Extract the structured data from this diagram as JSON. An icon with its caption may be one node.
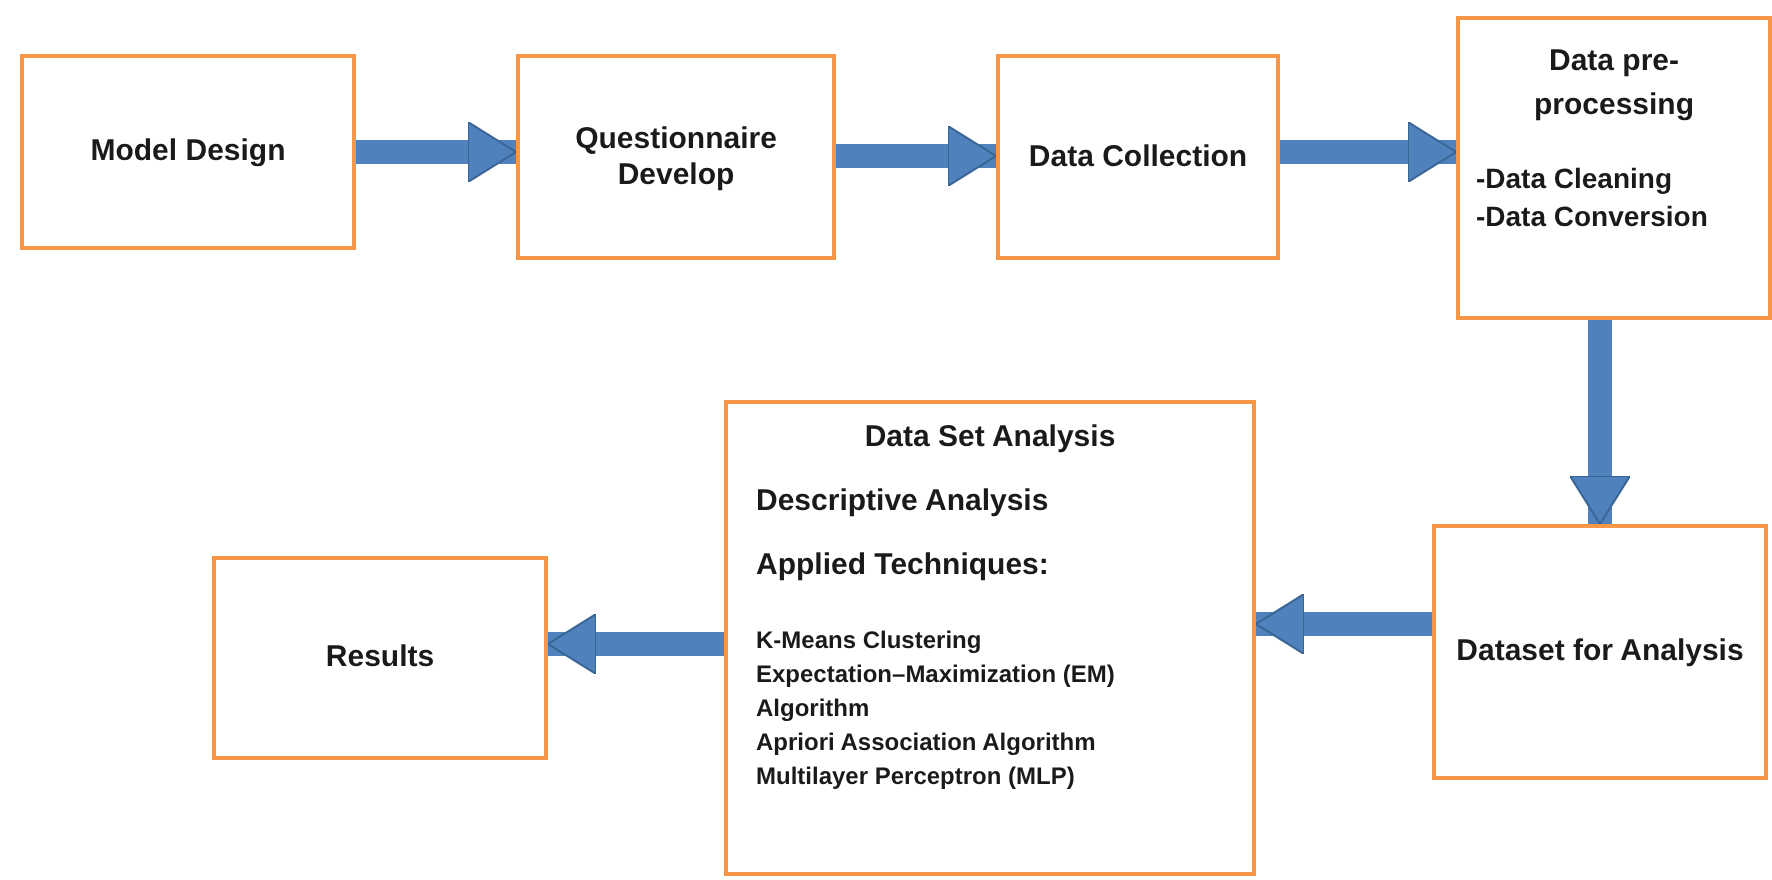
{
  "diagram": {
    "nodes": [
      {
        "text": [
          "Model Design"
        ]
      },
      {
        "text": [
          "Questionnaire Develop"
        ]
      },
      {
        "text": [
          "Data Collection"
        ]
      },
      {
        "text": [
          "Data pre-processing",
          "-Data Cleaning",
          "-Data Conversion"
        ]
      },
      {
        "text": [
          "Dataset for Analysis"
        ]
      },
      {
        "text": [
          "Data Set Analysis",
          "Descriptive Analysis",
          "Applied Techniques:",
          "K-Means Clustering",
          "Expectation–Maximization (EM) Algorithm",
          "Apriori Association Algorithm",
          "Multilayer Perceptron (MLP)"
        ]
      },
      {
        "text": [
          "Results"
        ]
      }
    ],
    "edges": [
      {
        "from": 0,
        "to": 1,
        "arrow": "to"
      },
      {
        "from": 1,
        "to": 2,
        "arrow": "to"
      },
      {
        "from": 2,
        "to": 3,
        "arrow": "to"
      },
      {
        "from": 3,
        "to": 4,
        "arrow": "to"
      },
      {
        "from": 4,
        "to": 5,
        "arrow": "to"
      },
      {
        "from": 5,
        "to": 6,
        "arrow": "to"
      }
    ]
  }
}
